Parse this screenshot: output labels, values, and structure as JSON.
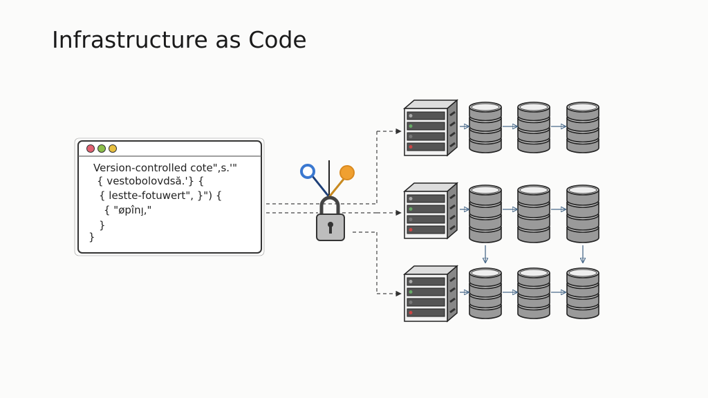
{
  "title": "Infrastructure as Code",
  "code_window": {
    "traffic_lights": [
      "#e06070",
      "#8cbf4a",
      "#e8c040"
    ],
    "lines": [
      "Version-controlled  cote\",s.'\"",
      "{ vestobolovdsă.'}  {",
      "{  lestte-fotuwert\", }\") {",
      "{  \"øpînı̧,\"",
      "}",
      "}"
    ]
  },
  "icons": {
    "lock": "padlock-icon",
    "keys": [
      "blue-key-icon",
      "orange-key-icon"
    ],
    "server": "server-rack-icon",
    "database": "database-stack-icon"
  },
  "colors": {
    "blue_key": "#3a78d0",
    "orange_key": "#f0a030",
    "arrow": "#4a6a8a",
    "ink": "#222222"
  },
  "rows": [
    {
      "server": "server-1",
      "databases": [
        "db-1a",
        "db-1b",
        "db-1c"
      ]
    },
    {
      "server": "server-2",
      "databases": [
        "db-2a",
        "db-2b",
        "db-2c"
      ]
    },
    {
      "server": "server-3",
      "databases": [
        "db-3a",
        "db-3b",
        "db-3c"
      ]
    }
  ]
}
